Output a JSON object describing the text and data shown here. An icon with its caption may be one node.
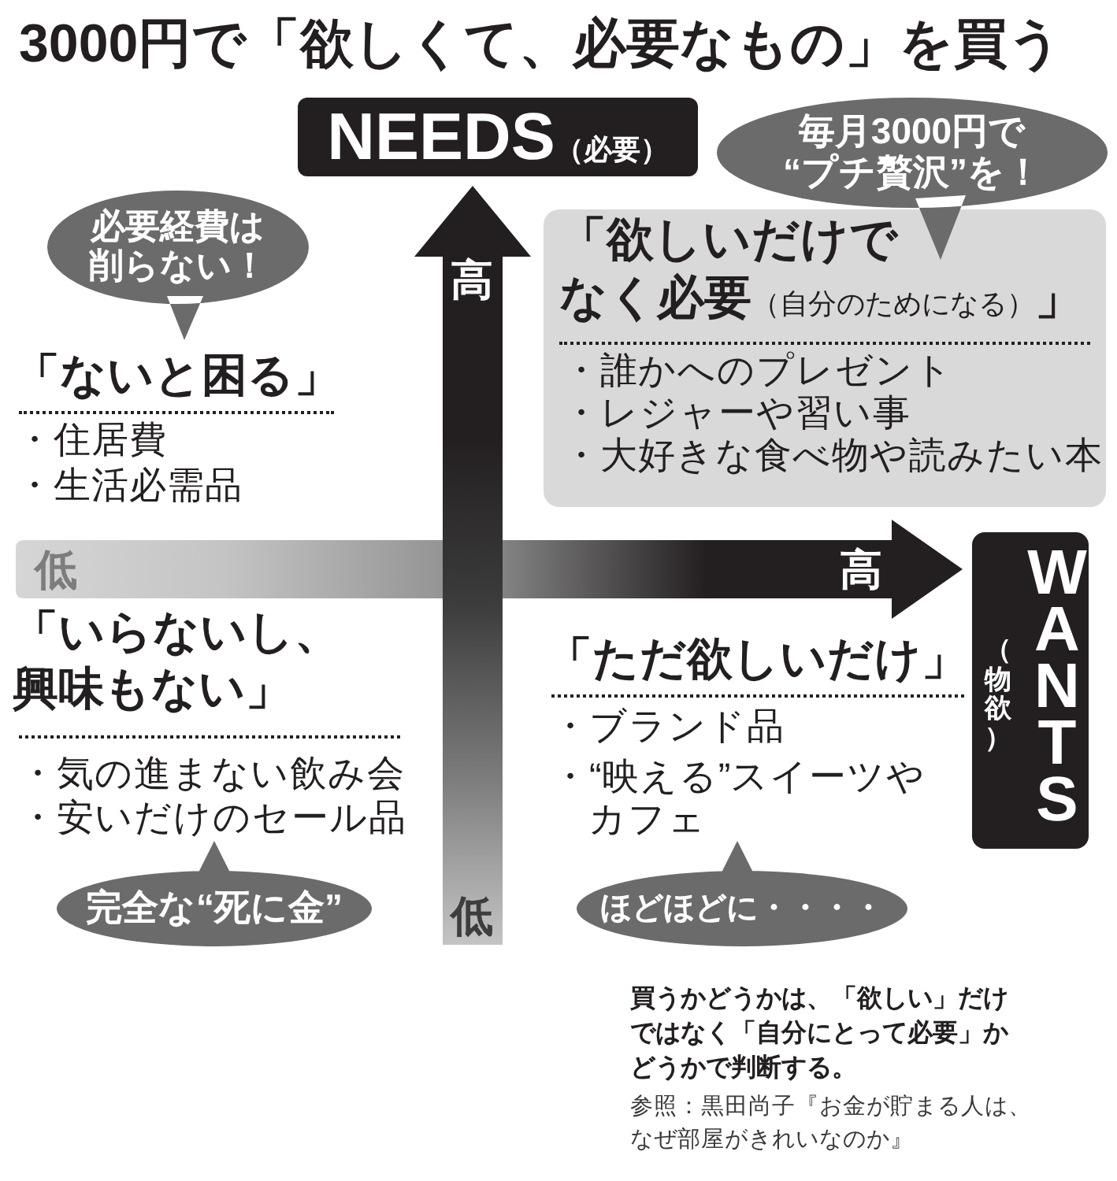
{
  "diagram": {
    "title": "3000円で「欲しくて、必要なもの」を買う",
    "nodes": [
      {
        "text": [
          "NEEDS",
          "（必要）"
        ]
      },
      {
        "text": [
          "毎月3000円で“プチ贅沢”を！"
        ]
      },
      {
        "text": [
          "必要経費は削らない！"
        ]
      },
      {
        "text": [
          "**「欲しいだけでなく必要**（自分のためになる）**」**",
          "・誰かへのプレゼント",
          "・レジャーや習い事",
          "・大好きな食べ物や読みたい本"
        ]
      },
      {
        "text": [
          "（物欲）",
          "WANTS"
        ]
      },
      {
        "text": [
          "完全な“死に金”"
        ]
      },
      {
        "text": [
          "ほどほどに・・・・"
        ]
      }
    ],
    "labels": [
      "高",
      "「ないと困る」",
      "・住居費",
      "・生活必需品",
      "低",
      "高",
      "「いらないし、興味もない」",
      "・気の進まない飲み会",
      "・安いだけのセール品",
      "「ただ欲しいだけ」",
      "・ブランド品",
      "・“映える”スイーツやカフェ",
      "低",
      "買うかどうかは、「欲しい」だけではなく「自分にとって必要」かどうかで判断する。",
      "参照：黒田尚子『お金が貯まる人は、なぜ部屋がきれいなのか』"
    ]
  }
}
